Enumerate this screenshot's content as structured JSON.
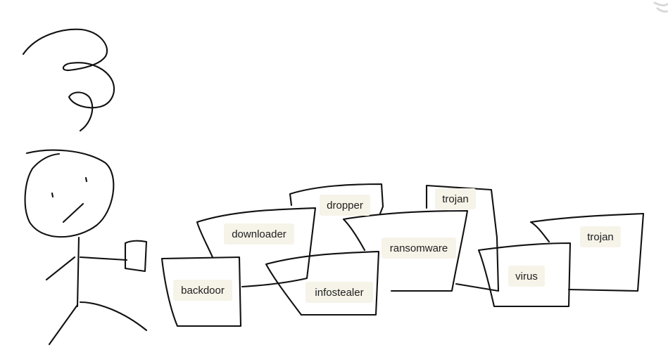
{
  "labels": {
    "backdoor": "backdoor",
    "downloader": "downloader",
    "dropper": "dropper",
    "infostealer": "infostealer",
    "ransomware": "ransomware",
    "trojan_1": "trojan",
    "virus": "virus",
    "trojan_2": "trojan"
  },
  "colors": {
    "ink": "#111111",
    "label_background": "#f6f3e8"
  }
}
